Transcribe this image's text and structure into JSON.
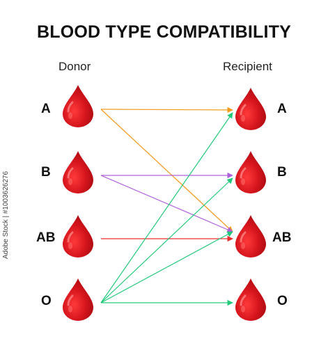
{
  "title": "BLOOD TYPE COMPATIBILITY",
  "headers": {
    "donor": "Donor",
    "recipient": "Recipient"
  },
  "blood_types": [
    "A",
    "B",
    "AB",
    "O"
  ],
  "colors": {
    "drop": "#d4141c",
    "A": "#f39a1f",
    "B": "#b061d9",
    "AB": "#ec2d2d",
    "O": "#23c97a"
  },
  "connections": [
    {
      "from": "A",
      "to": "A"
    },
    {
      "from": "A",
      "to": "AB"
    },
    {
      "from": "B",
      "to": "B"
    },
    {
      "from": "B",
      "to": "AB"
    },
    {
      "from": "AB",
      "to": "AB"
    },
    {
      "from": "O",
      "to": "A"
    },
    {
      "from": "O",
      "to": "B"
    },
    {
      "from": "O",
      "to": "AB"
    },
    {
      "from": "O",
      "to": "O"
    }
  ],
  "watermark": "Adobe Stock | #1003626276"
}
